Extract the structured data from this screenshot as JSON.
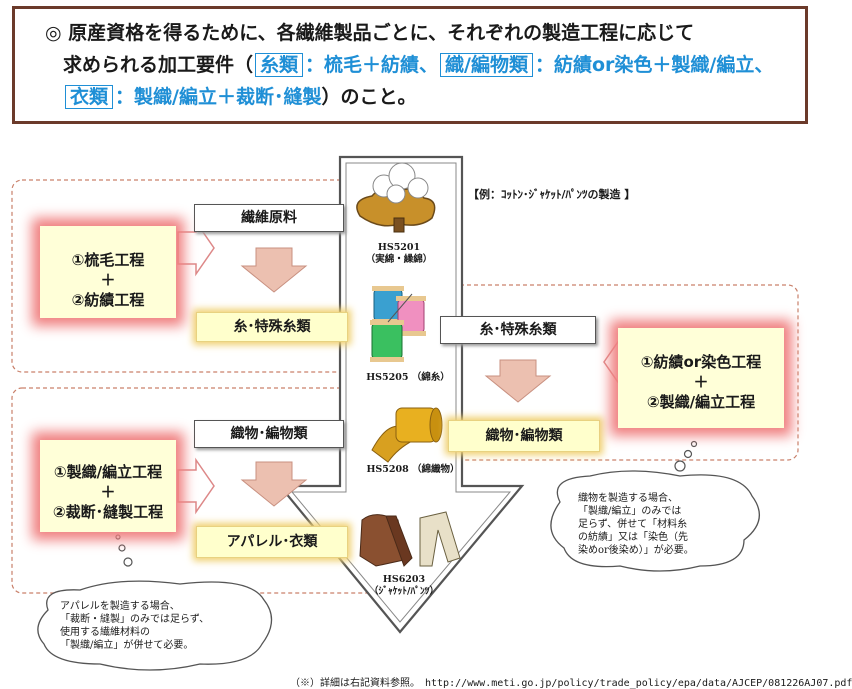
{
  "header": {
    "bullet": "◎",
    "line1": "原産資格を得るために、各繊維製品ごとに、それぞれの製造工程に応じて",
    "line2_pre": "求められる加工要件（",
    "tag_yarn": "糸類",
    "line2_mid1": "：梳毛＋紡績、",
    "tag_fabric": "織/編物類",
    "line2_mid2": "：紡績or染色＋製織/編立、",
    "tag_clothing": "衣類",
    "line3_mid": "：製織/編立＋裁断･縫製",
    "line3_post": "）のこと。"
  },
  "example_label": "【例：ｺｯﾄﾝ･ｼﾞｬｹｯﾄ/ﾊﾟﾝﾂの製造 】",
  "boxes": {
    "fiber_raw": "繊維原料",
    "yarn_left": "糸･特殊糸類",
    "yarn_right": "糸･特殊糸類",
    "fabric_left": "織物･編物類",
    "fabric_right": "織物･編物類",
    "apparel": "アパレル･衣類"
  },
  "processes": {
    "p1": [
      "①梳毛工程",
      "＋",
      "②紡績工程"
    ],
    "p2": [
      "①紡績or染色工程",
      "＋",
      "②製織/編立工程"
    ],
    "p3": [
      "①製織/編立工程",
      "＋",
      "②裁断･縫製工程"
    ]
  },
  "hs_labels": {
    "hs5201": [
      "HS5201",
      "（実綿・繰綿）"
    ],
    "hs5205": [
      "HS5205 （綿糸）"
    ],
    "hs5208": [
      "HS5208 （綿織物）"
    ],
    "hs6203": [
      "HS6203",
      "（ｼﾞｬｹｯﾄ/ﾊﾟﾝﾂ）"
    ]
  },
  "bubbles": {
    "right": [
      "織物を製造する場合、",
      "「製織/編立」のみでは",
      "足らず、併せて「材料糸",
      "の紡績」又は「染色（先",
      "染めor後染め）」が必要。"
    ],
    "left": [
      "アパレルを製造する場合、",
      "「裁断・縫製」のみでは足らず、",
      "使用する繊維材料の",
      "「製織/編立」が併せて必要。"
    ]
  },
  "footnote": "（※）詳細は右記資料参照。　http://www.meti.go.jp/policy/trade_policy/epa/data/AJCEP/081226AJ07.pdf",
  "colors": {
    "header_border": "#6b3a2a",
    "accent_blue": "#1f8fd6",
    "process_glow": "#f08080",
    "yellow_box": "#ffffcc",
    "small_arrow": "#e8b4a4"
  }
}
